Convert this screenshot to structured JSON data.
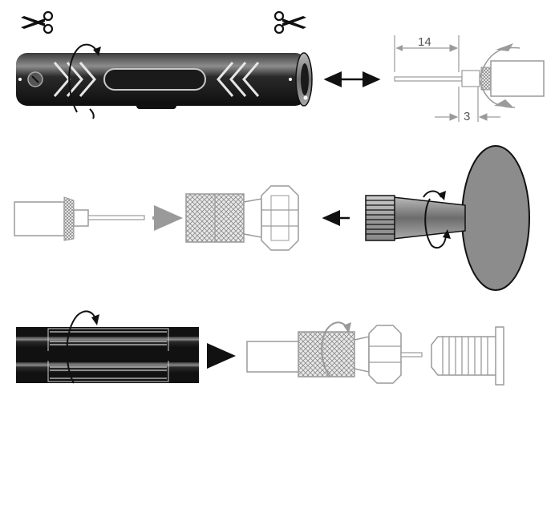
{
  "figure": "coax-cable-stripping-and-f-connector-instructions",
  "dimensions": {
    "strip_length": "14",
    "braid_length": "3"
  },
  "colors": {
    "tool_dark": "#1e1e1e",
    "tool_highlight": "#8a8a8a",
    "line_gray": "#9a9a9a",
    "fill_light": "#d9d9d9",
    "fill_mid": "#8c8c8c",
    "black": "#111111"
  },
  "icons": {
    "cut_marker": "scissors-icon",
    "rotation": "rotation-arrow-icon",
    "step": "right-arrow-icon"
  }
}
